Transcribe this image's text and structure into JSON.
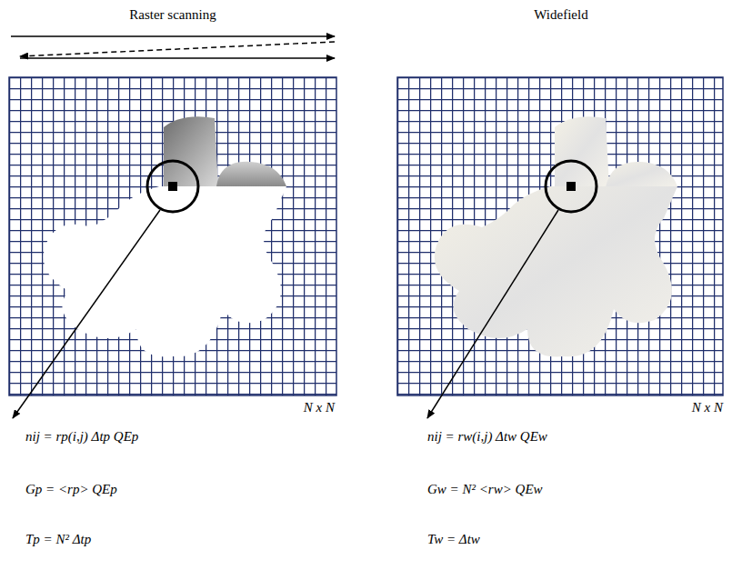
{
  "diagram": {
    "labels": [
      "Raster scanning",
      "Widefield",
      "N x N",
      "N x N",
      "nij = rp(i,j) Δtp QEp",
      "nij = rw(i,j) Δtw QEw",
      "Gp = <rp> QEp",
      "Gw = N² <rw> QEw",
      "Tp = N² Δtp",
      "Tw = Δtw"
    ]
  }
}
